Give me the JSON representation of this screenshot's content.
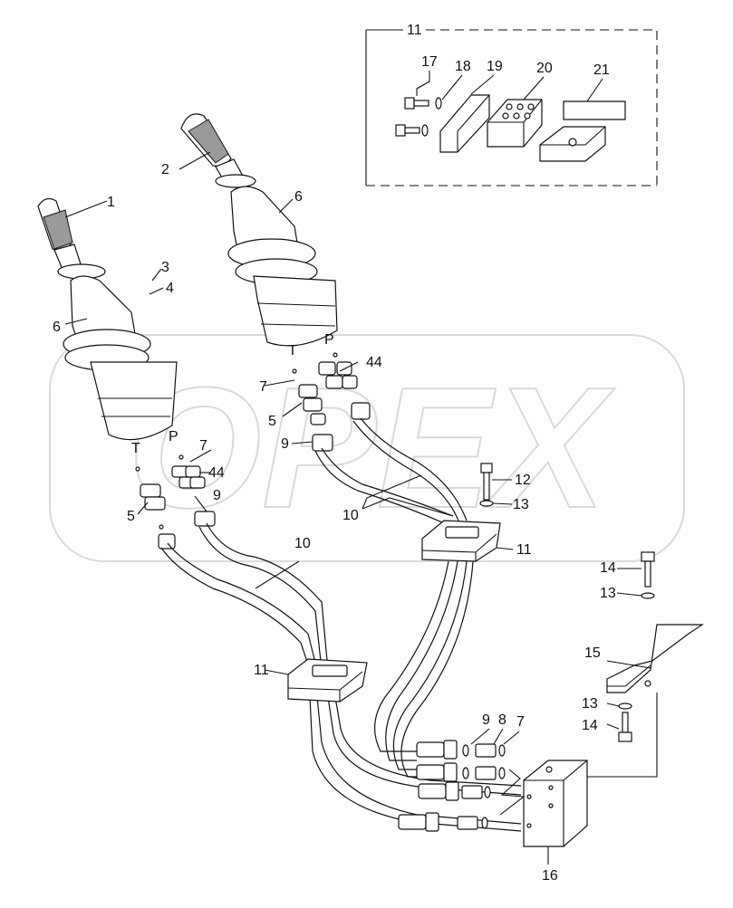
{
  "watermark": "OPEX",
  "callouts": {
    "c1": "1",
    "c2": "2",
    "c3": "3",
    "c4": "4",
    "c5a": "5",
    "c5b": "5",
    "c6a": "6",
    "c6b": "6",
    "c7a": "7",
    "c7b": "7",
    "c7c": "7",
    "c8": "8",
    "c9a": "9",
    "c9b": "9",
    "c9c": "9",
    "c10a": "10",
    "c10b": "10",
    "c11a": "11",
    "c11b": "11",
    "c11c": "11",
    "c12": "12",
    "c13a": "13",
    "c13b": "13",
    "c13c": "13",
    "c14a": "14",
    "c14b": "14",
    "c15": "15",
    "c16": "16",
    "c17": "17",
    "c18": "18",
    "c19": "19",
    "c20": "20",
    "c21": "21",
    "c44a": "44",
    "c44b": "44"
  },
  "port_labels": {
    "t_left": "T",
    "p_left": "P",
    "t_right": "T",
    "p_right": "P"
  }
}
